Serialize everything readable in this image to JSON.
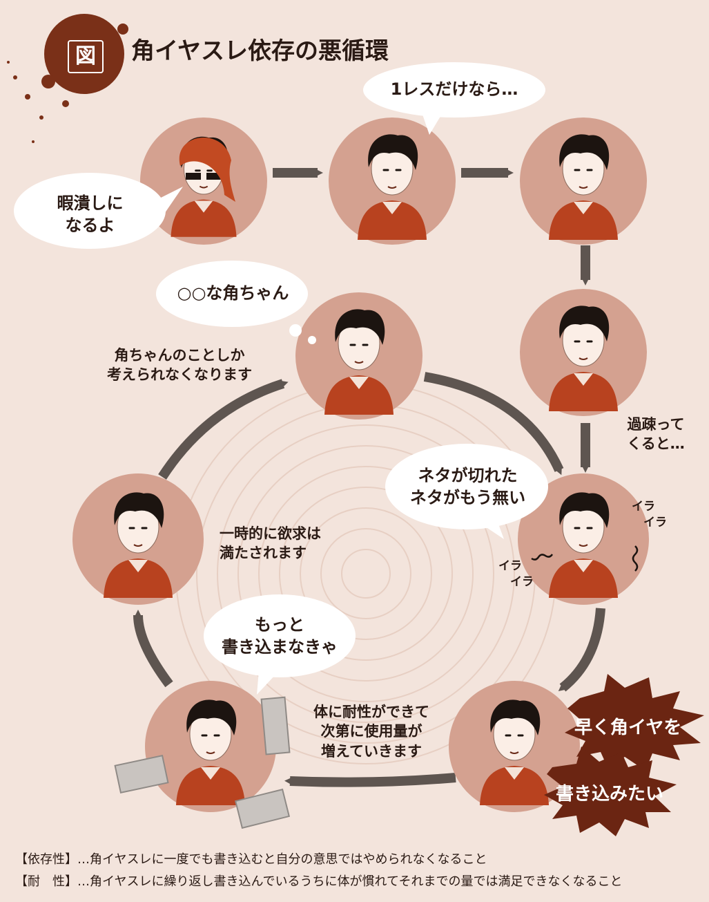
{
  "header": {
    "badge": "図",
    "title": "角イヤスレ依存の悪循環"
  },
  "bubbles": {
    "kill_time": "暇潰しに\nなるよ",
    "just_one": "1レスだけなら…",
    "thinking": "○○な角ちゃん",
    "out_of_topics": "ネタが切れた\nネタがもう無い",
    "must_write_more": "もっと\n書き込まなきゃ"
  },
  "captions": {
    "only_thinking": "角ちゃんのことしか\n考えられなくなります",
    "withdrawal": "過疎って\nくると…",
    "satisfied": "一時的に欲求は\n満たされます",
    "tolerance": "体に耐性ができて\n次第に使用量が\n増えていきます"
  },
  "sounds": {
    "ira_right": "イラ\n　イラ",
    "ira_left": "イラ\n　イラ"
  },
  "bursts": {
    "hurry": "早く角イヤを",
    "want_write": "書き込みたい"
  },
  "footnotes": [
    "【依存性】…角イヤスレに一度でも書き込むと自分の意思ではやめられなくなること",
    "【耐　性】…角イヤスレに繰り返し書き込んでいるうちに体が慣れてそれまでの量では満足できなくなること"
  ],
  "colors": {
    "background": "#f3e4dc",
    "circle": "#d4a190",
    "circle_dark": "#c48a77",
    "arrow": "#5e5550",
    "shirt": "#b8421f",
    "hair": "#1c1410",
    "skin": "#fbeee6",
    "burst": "#6b2512",
    "badge": "#7a3018"
  }
}
